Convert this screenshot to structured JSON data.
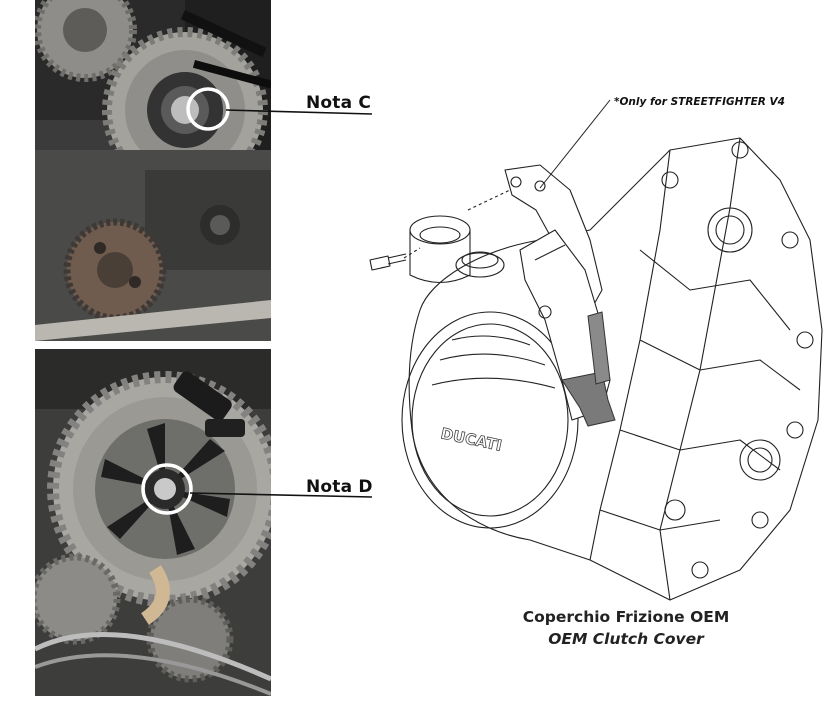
{
  "callouts": {
    "c_label": "Nota C",
    "d_label": "Nota D"
  },
  "diagram": {
    "note": "*Only for STREETFIGHTER V4",
    "brand_mark": "DUCATI"
  },
  "caption": {
    "italian": "Coperchio Frizione OEM",
    "english": "OEM Clutch Cover"
  },
  "colors": {
    "text": "#111111",
    "photo_dark": "#2a2a2a",
    "gear_metal": "#9a9a98",
    "highlight_circle": "#ffffff",
    "part_gray": "#7a7a7a"
  }
}
